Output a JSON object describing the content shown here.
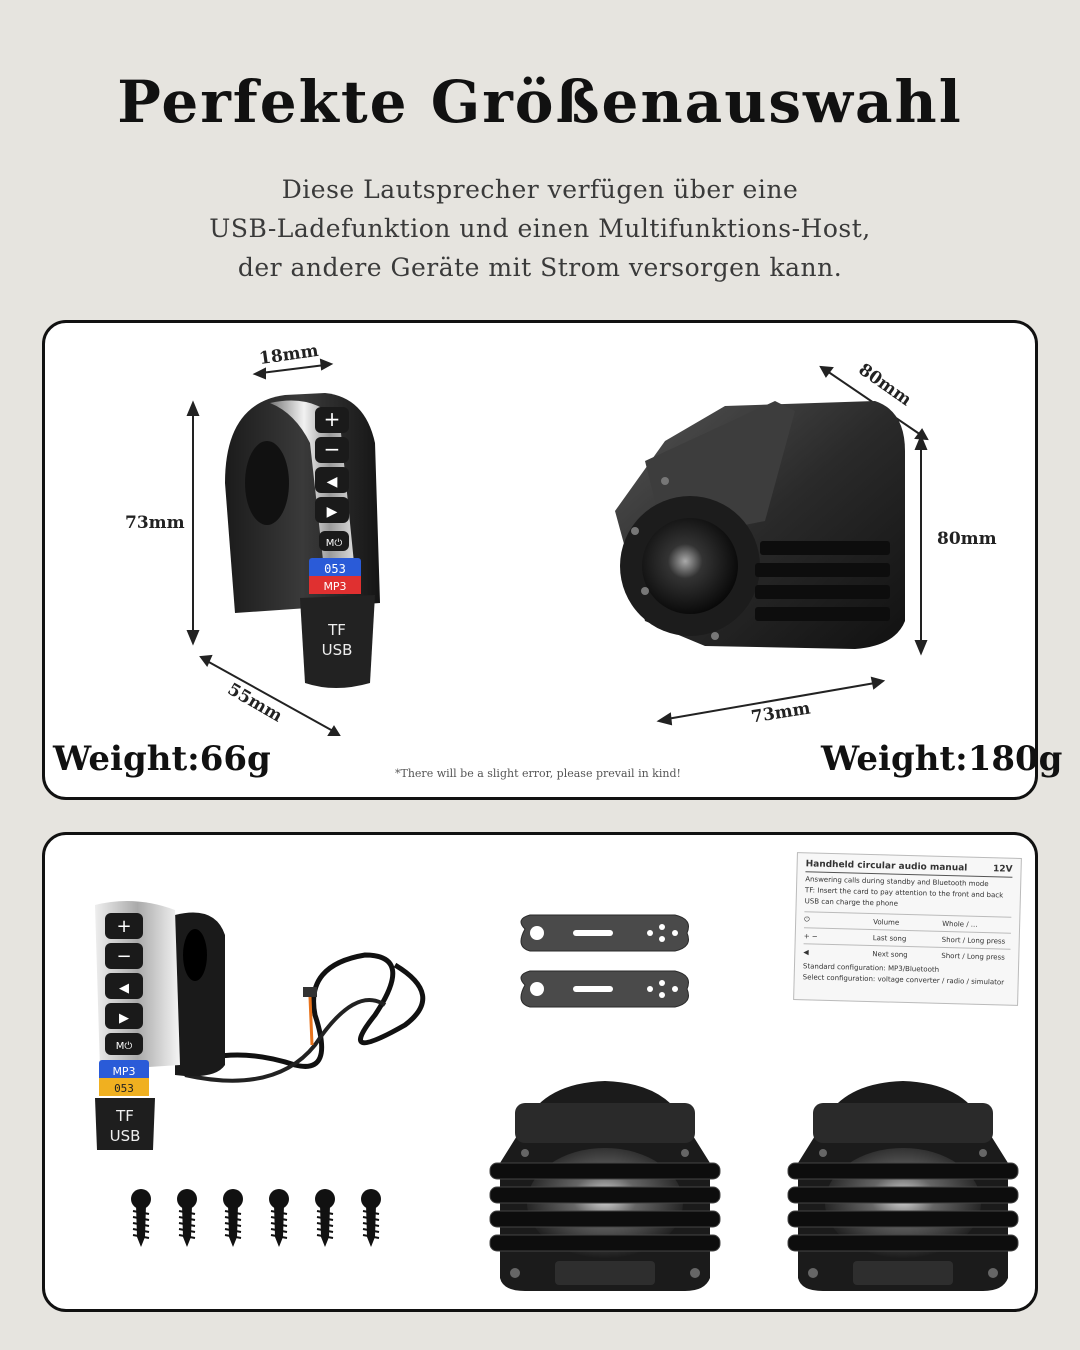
{
  "header": {
    "title": "Perfekte Größenauswahl",
    "subtitle_lines": [
      "Diese Lautsprecher verfügen über eine",
      "USB-Ladefunktion und einen Multifunktions-Host,",
      "der andere Geräte mit Strom versorgen kann."
    ]
  },
  "dimensions_panel": {
    "controller": {
      "width": "18mm",
      "height": "73mm",
      "depth": "55mm",
      "weight": "Weight:66g",
      "display_top": "053",
      "display_bottom": "MP3",
      "port_labels": [
        "TF",
        "USB"
      ]
    },
    "speaker": {
      "width": "80mm",
      "height": "80mm",
      "depth": "73mm",
      "weight": "Weight:180g"
    },
    "note": "*There will be a slight error, please prevail in kind!"
  },
  "contents_panel": {
    "controller": {
      "display_top": "MP3",
      "display_bottom": "053",
      "port_labels": [
        "TF",
        "USB"
      ]
    },
    "screws_count": 6,
    "manual": {
      "title": "Handheld circular audio manual",
      "voltage": "12V",
      "line1": "Answering calls during standby and Bluetooth mode",
      "line2": "TF: Insert the card to pay attention to the front and back",
      "line3": "USB can charge the phone",
      "rows": [
        [
          "Volume",
          "Whole / ..."
        ],
        [
          "Last song",
          "Short / Long press"
        ],
        [
          "Next song",
          "Short / Long press"
        ]
      ],
      "footer1": "Standard configuration: MP3/Bluetooth",
      "footer2": "Select configuration: voltage converter / radio / simulator"
    }
  },
  "colors": {
    "background": "#e6e4df",
    "panel": "#ffffff",
    "border": "#111111",
    "text": "#111111"
  }
}
